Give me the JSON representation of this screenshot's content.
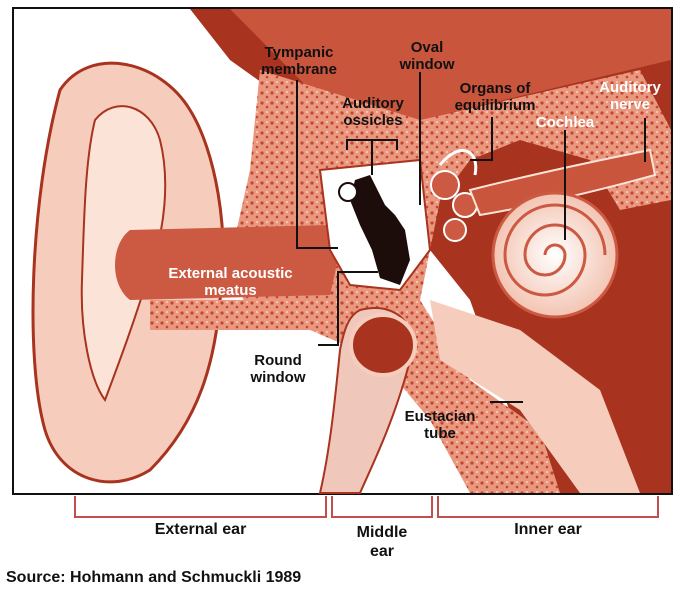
{
  "diagram": {
    "labels": {
      "tympanic_membrane": "Tympanic\nmembrane",
      "oval_window": "Oval\nwindow",
      "auditory_ossicles": "Auditory\nossicles",
      "organs_of_equilibrium": "Organs of\nequilibrium",
      "auditory_nerve": "Auditory\nnerve",
      "cochlea": "Cochlea",
      "external_acoustic_meatus": "External acoustic\nmeatus",
      "round_window": "Round\nwindow",
      "eustachian_tube": "Eustacian\ntube"
    },
    "sections": {
      "external_ear": "External ear",
      "middle_ear": "Middle\near",
      "inner_ear": "Inner ear"
    },
    "source": "Source: Hohmann and Schmuckli 1989",
    "colors": {
      "tissue_dark": "#a8331f",
      "tissue_mid": "#cc5a43",
      "tissue_light": "#f6cdbd",
      "bone": "#e9977e",
      "white": "#ffffff",
      "ink": "#111111",
      "bracket": "#c0504d"
    }
  }
}
